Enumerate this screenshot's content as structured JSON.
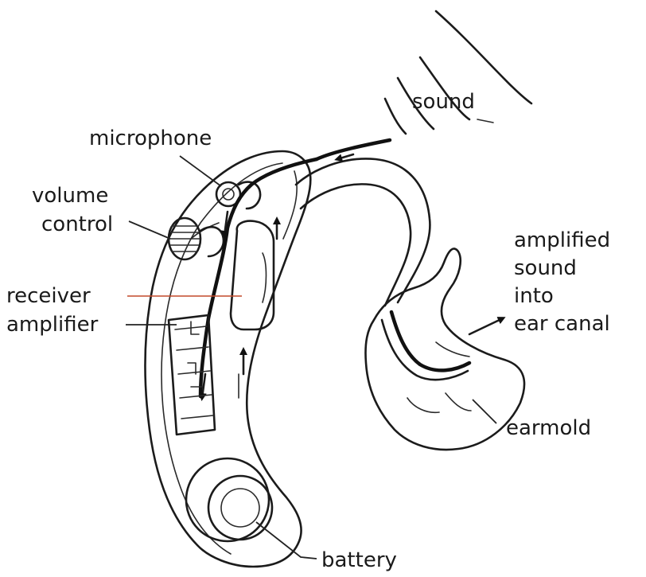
{
  "labels": {
    "sound": "sound",
    "microphone": "microphone",
    "volume_control_line1": "volume",
    "volume_control_line2": "control",
    "receiver": "receiver",
    "amplifier": "amplifier",
    "amplified_line1": "amplified",
    "amplified_line2": "sound",
    "amplified_line3": "into",
    "amplified_line4": "ear canal",
    "earmold": "earmold",
    "battery": "battery"
  },
  "colors": {
    "ink": "#1b1b1b",
    "receiver_leader": "#c44a2a"
  }
}
